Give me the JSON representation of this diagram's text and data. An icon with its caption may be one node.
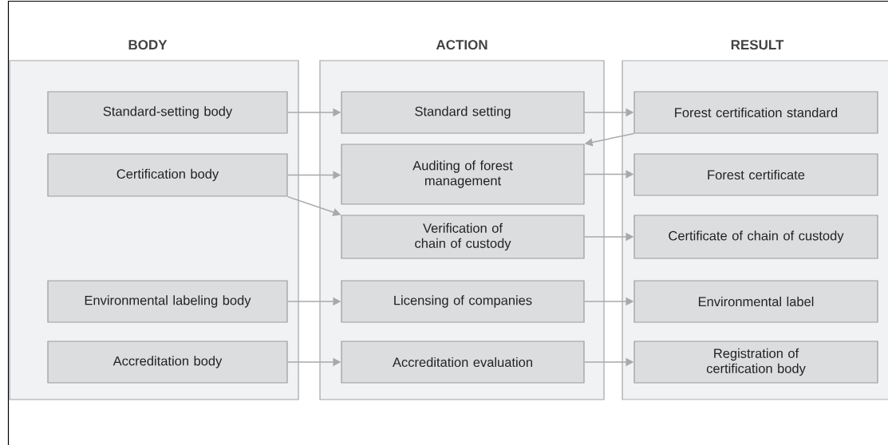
{
  "diagram": {
    "nodes": [
      {
        "text": [
          "BODY"
        ]
      },
      {
        "text": [
          "Standard-setting body"
        ],
        "in": 0
      },
      {
        "text": [
          "Certification body"
        ],
        "in": 0
      },
      {
        "text": [
          "Environmental labeling body"
        ],
        "in": 0
      },
      {
        "text": [
          "Accreditation body"
        ],
        "in": 0
      },
      {
        "text": [
          "ACTION"
        ]
      },
      {
        "text": [
          "Standard setting"
        ],
        "in": 5
      },
      {
        "text": [
          "Auditing of forest management"
        ],
        "in": 5
      },
      {
        "text": [
          "Verification of chain of custody"
        ],
        "in": 5
      },
      {
        "text": [
          "Licensing of companies"
        ],
        "in": 5
      },
      {
        "text": [
          "Accreditation evaluation"
        ],
        "in": 5
      },
      {
        "text": [
          "RESULT"
        ]
      },
      {
        "text": [
          "Forest certification standard"
        ],
        "in": 11
      },
      {
        "text": [
          "Forest certificate"
        ],
        "in": 11
      },
      {
        "text": [
          "Certificate of chain of custody"
        ],
        "in": 11
      },
      {
        "text": [
          "Environmental label"
        ],
        "in": 11
      },
      {
        "text": [
          "Registration of certification body"
        ],
        "in": 11
      }
    ],
    "edges": [
      {
        "from": 1,
        "to": 6,
        "arrow": "to"
      },
      {
        "from": 2,
        "to": 7,
        "arrow": "to"
      },
      {
        "from": 2,
        "to": 8,
        "arrow": "to"
      },
      {
        "from": 3,
        "to": 9,
        "arrow": "to"
      },
      {
        "from": 4,
        "to": 10,
        "arrow": "to"
      },
      {
        "from": 6,
        "to": 12,
        "arrow": "to"
      },
      {
        "from": 12,
        "to": 7,
        "arrow": "to"
      },
      {
        "from": 7,
        "to": 13,
        "arrow": "to"
      },
      {
        "from": 8,
        "to": 14,
        "arrow": "to"
      },
      {
        "from": 9,
        "to": 15,
        "arrow": "to"
      },
      {
        "from": 10,
        "to": 16,
        "arrow": "to"
      }
    ]
  }
}
